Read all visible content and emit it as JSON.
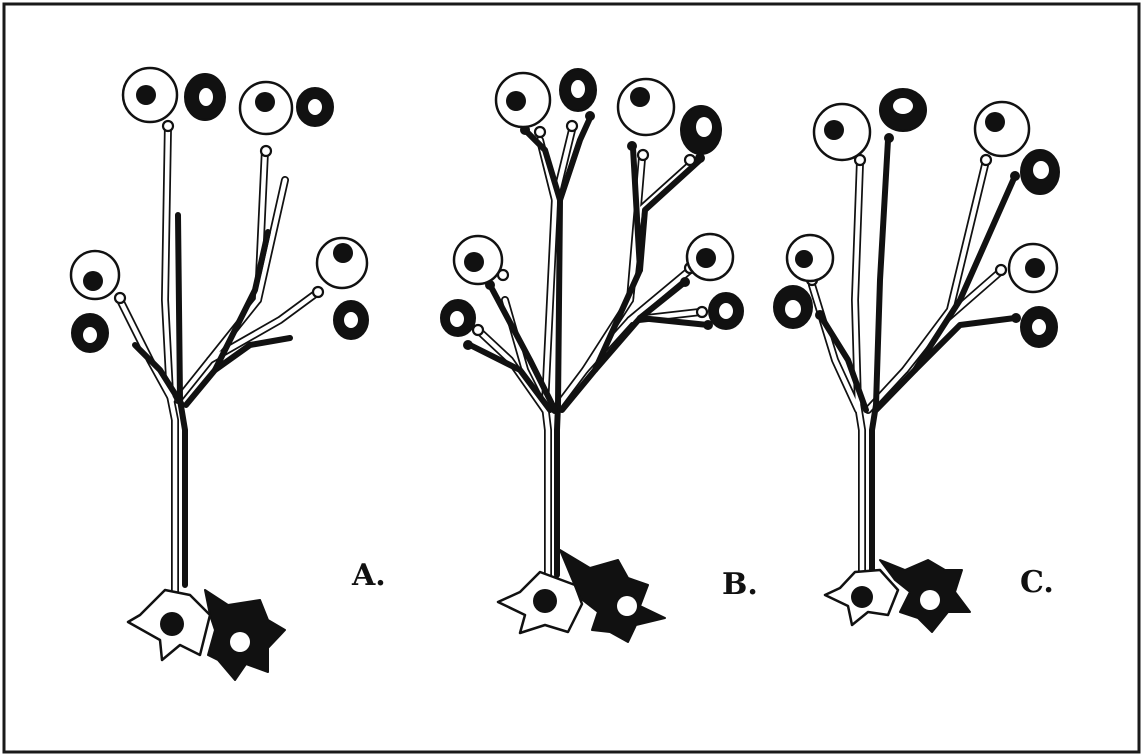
{
  "panels": [
    {
      "id": "A",
      "label": "A."
    },
    {
      "id": "B",
      "label": "B."
    },
    {
      "id": "C",
      "label": "C."
    }
  ],
  "colors": {
    "ink": "#111111",
    "paper": "#ffffff"
  }
}
